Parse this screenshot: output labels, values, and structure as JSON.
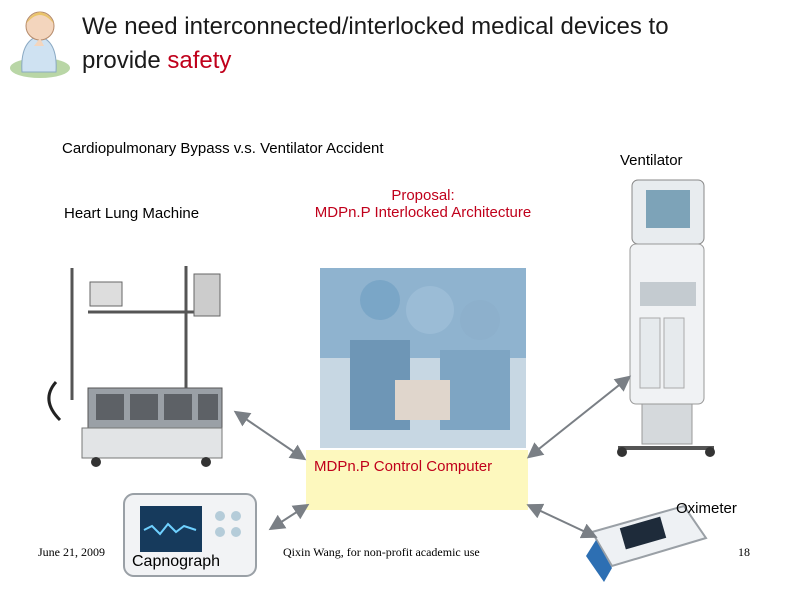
{
  "slide": {
    "title_line1": "We need interconnected/interlocked medical devices to",
    "title_line2_prefix": "provide ",
    "title_line2_accent": "safety",
    "accent_color": "#c0001b",
    "subtitle": "Cardiopulmonary Bypass v.s. Ventilator Accident",
    "labels": {
      "heart_lung": "Heart Lung Machine",
      "proposal_line1": "Proposal:",
      "proposal_line2": "MDPn.P Interlocked Architecture",
      "ventilator": "Ventilator",
      "control_computer": "MDPn.P Control Computer",
      "oximeter": "Oximeter",
      "capnograph": "Capnograph"
    },
    "footer": {
      "date": "June 21, 2009",
      "author": "Qixin Wang, for non-profit academic use",
      "page_number": "18"
    },
    "images": {
      "logo": "praying-child-illustration",
      "heart_lung": "heart-lung-machine-photo",
      "surgery": "surgery-team-photo",
      "ventilator": "ventilator-photo",
      "capnograph": "capnograph-device-photo",
      "oximeter": "pulse-oximeter-photo"
    }
  }
}
